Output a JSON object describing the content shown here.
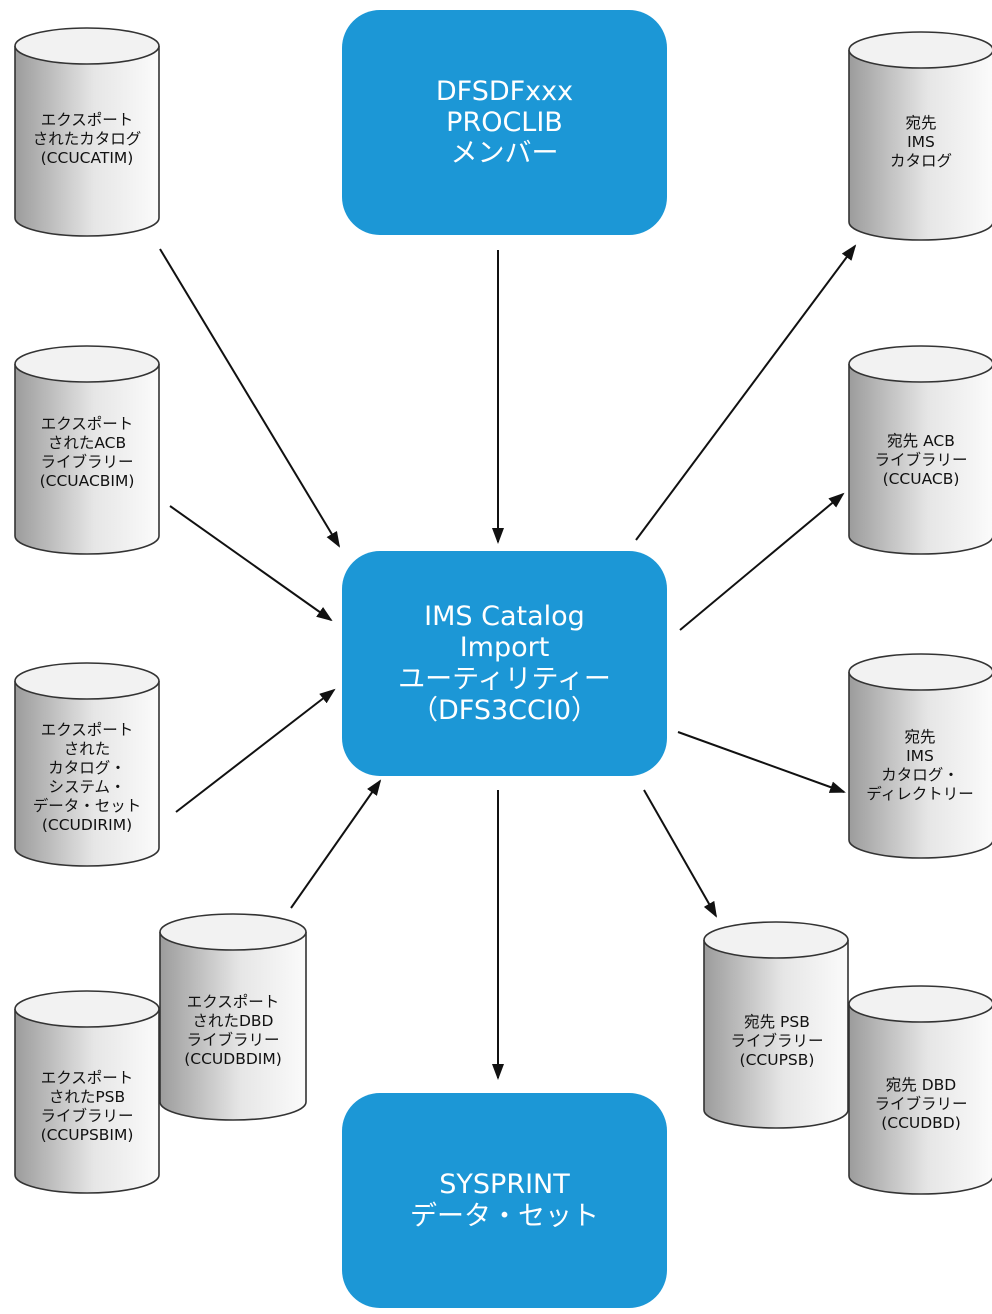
{
  "colors": {
    "process": "#1c97d6",
    "process_text": "#ffffff",
    "cylinder_stroke": "#333333"
  },
  "center": {
    "label": "IMS  Catalog\nImport\nユーティリティー\n（DFS3CCI0）"
  },
  "proclib": {
    "label": "DFSDFxxx\nPROCLIB\nメンバー"
  },
  "sysprint": {
    "label": "SYSPRINT\nデータ・セット"
  },
  "inputs": {
    "catalog": "エクスポート\nされたカタログ\n(CCUCATIM)",
    "acb": "エクスポート\nされたACB\nライブラリー\n(CCUACBIM)",
    "directory": "エクスポート\nされた\nカタログ・\nシステム・\nデータ・セット\n(CCUDIRIM)",
    "dbd": "エクスポート\nされたDBD\nライブラリー\n(CCUDBDIM)",
    "psb": "エクスポート\nされたPSB\nライブラリー\n(CCUPSBIM)"
  },
  "outputs": {
    "catalog": "宛先\nIMS\nカタログ",
    "acb": "宛先  ACB\nライブラリー\n(CCUACB)",
    "directory": "宛先\nIMS\nカタログ・\nディレクトリー",
    "psb": "宛先  PSB\nライブラリー\n(CCUPSB)",
    "dbd": "宛先  DBD\nライブラリー\n(CCUDBD)"
  }
}
